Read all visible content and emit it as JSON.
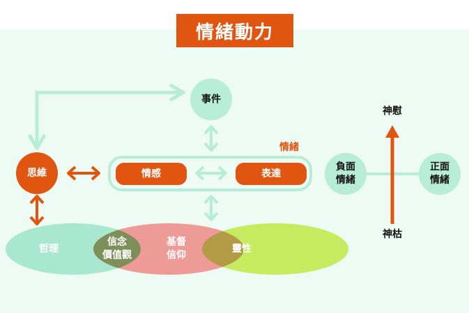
{
  "title": "情緒動力",
  "nodes": {
    "event": "事件",
    "thinking": "思維",
    "feeling": "情感",
    "expression": "表達",
    "emotion_group_label": "情緒",
    "negative_emotion": "負面\n情緒",
    "positive_emotion": "正面\n情緒",
    "spirit_comfort": "神慰",
    "spirit_dry": "神枯"
  },
  "venn": {
    "philosophy": "哲理",
    "beliefs_values": "信念\n價值觀",
    "christian_faith": "基督\n信仰",
    "spirituality": "靈性"
  },
  "colors": {
    "accent": "#e0550f",
    "light_green": "#b7ecd6",
    "arrow_light": "#b7ecd6",
    "venn_teal": "#a8e8d0",
    "venn_pink": "#ee9a96",
    "venn_lime": "#c4ec5e",
    "overlap_olive": "#7f8f5a",
    "overlap_gold": "#b39a45"
  }
}
